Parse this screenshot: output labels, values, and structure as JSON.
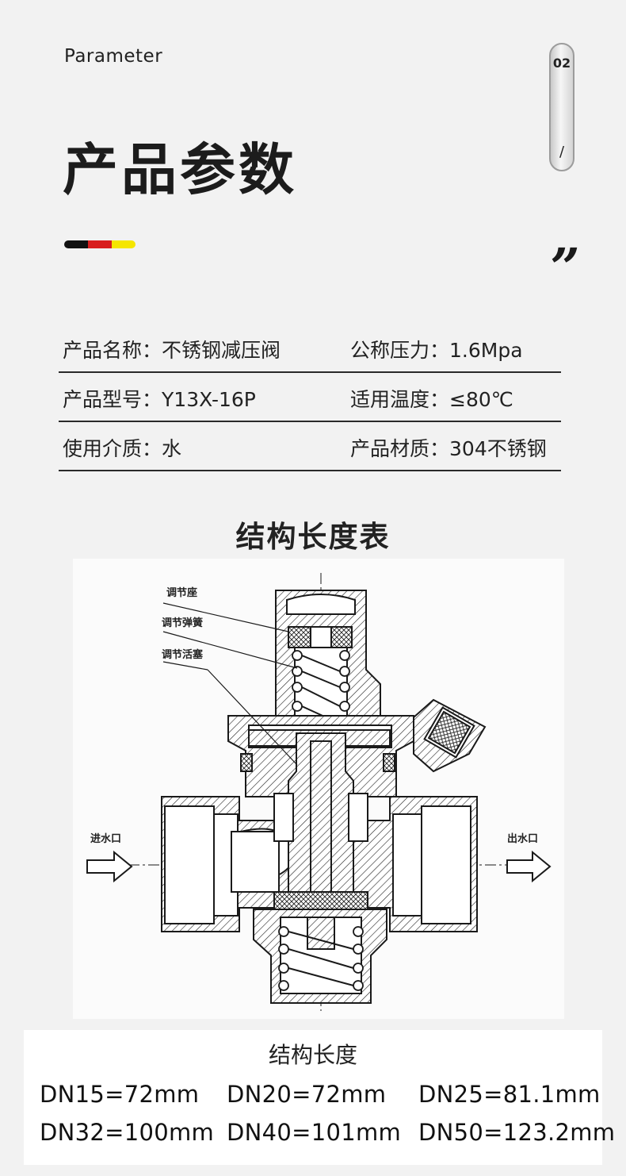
{
  "header": {
    "eyebrow": "Parameter",
    "title": "产品参数",
    "page_number": "02",
    "page_slash": "/",
    "quote_mark": "”",
    "stripe_colors": [
      "#111111",
      "#d81e1e",
      "#f5e600"
    ]
  },
  "specs": [
    [
      {
        "label": "产品名称：",
        "value": "不锈钢减压阀"
      },
      {
        "label": "公称压力：",
        "value": "1.6Mpa"
      }
    ],
    [
      {
        "label": "产品型号：",
        "value": "Y13X-16P"
      },
      {
        "label": "适用温度：",
        "value": "≤80℃"
      }
    ],
    [
      {
        "label": "使用介质：",
        "value": "水"
      },
      {
        "label": "产品材质：",
        "value": "304不锈钢"
      }
    ]
  ],
  "diagram": {
    "title": "结构长度表",
    "labels": {
      "seat": "调节座",
      "spring": "调节弹簧",
      "piston": "调节活塞",
      "inlet": "进水口",
      "outlet": "出水口"
    }
  },
  "lengths": {
    "title": "结构长度",
    "items": [
      "DN15=72mm",
      "DN20=72mm",
      "DN25=81.1mm",
      "DN32=100mm",
      "DN40=101mm",
      "DN50=123.2mm"
    ]
  }
}
